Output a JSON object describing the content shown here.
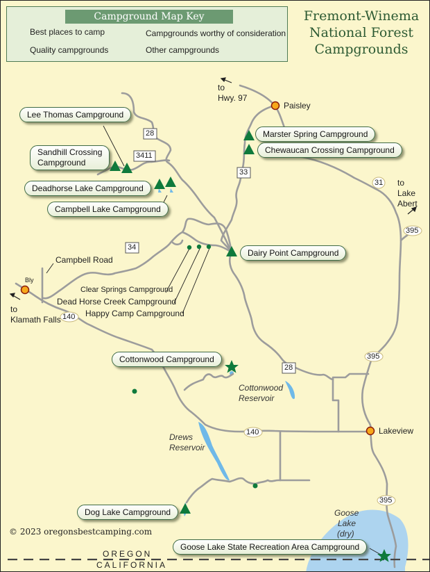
{
  "title": {
    "line1": "Fremont-Winema",
    "line2": "National Forest",
    "line3": "Campgrounds"
  },
  "key": {
    "heading": "Campground Map Key",
    "items": [
      {
        "icon": "yellow-star-icon",
        "label": "Best places to camp"
      },
      {
        "icon": "green-star-icon",
        "label": "Quality campgrounds"
      },
      {
        "icon": "green-triangle-icon",
        "label": "Campgrounds worthy of consideration"
      },
      {
        "icon": "green-dot-icon",
        "label": "Other campgrounds"
      }
    ]
  },
  "campgrounds": {
    "lee_thomas": "Lee Thomas Campground",
    "sandhill_1": "Sandhill Crossing",
    "sandhill_2": "Campground",
    "deadhorse_lake": "Deadhorse Lake Campground",
    "campbell_lake": "Campbell Lake Campground",
    "marster_spring": "Marster Spring Campground",
    "chewaucan": "Chewaucan Crossing Campground",
    "dairy_point": "Dairy Point Campground",
    "clear_springs": "Clear Springs Campground",
    "dead_horse_creek": "Dead Horse Creek Campground",
    "happy_camp": "Happy Camp Campground",
    "cottonwood": "Cottonwood Campground",
    "dog_lake": "Dog Lake Campground",
    "goose_lake": "Goose Lake State Recreation Area Campground"
  },
  "towns": {
    "paisley": "Paisley",
    "bly": "Bly",
    "lakeview": "Lakeview"
  },
  "directions": {
    "hwy97_1": "to",
    "hwy97_2": "Hwy. 97",
    "abert_1": "to",
    "abert_2": "Lake",
    "abert_3": "Abert",
    "klamath_1": "to",
    "klamath_2": "Klamath Falls",
    "campbell_road": "Campbell Road"
  },
  "highways": {
    "r28a": "28",
    "r3411": "3411",
    "r33": "33",
    "r31": "31",
    "r395a": "395",
    "r34": "34",
    "r140a": "140",
    "r395b": "395",
    "r28b": "28",
    "r140b": "140",
    "r395c": "395"
  },
  "water": {
    "cottonwood_1": "Cottonwood",
    "cottonwood_2": "Reservoir",
    "drews_1": "Drews",
    "drews_2": "Reservoir",
    "goose_1": "Goose",
    "goose_2": "Lake",
    "goose_3": "(dry)"
  },
  "states": {
    "north": "OREGON",
    "south": "CALIFORNIA"
  },
  "copyright": "© 2023  oregonsbestcamping.com",
  "colors": {
    "background": "#fbf6cc",
    "key_bg": "#e5efd9",
    "key_header": "#6c9a72",
    "title": "#2d5a33",
    "campground_green": "#0f7a3c",
    "star_yellow": "#f5c842",
    "town_orange": "#f7a81b",
    "town_outline": "#8b1a0a",
    "water": "#a9d3ef",
    "water_dark": "#6bb8e6",
    "road": "#a8a8a8"
  }
}
